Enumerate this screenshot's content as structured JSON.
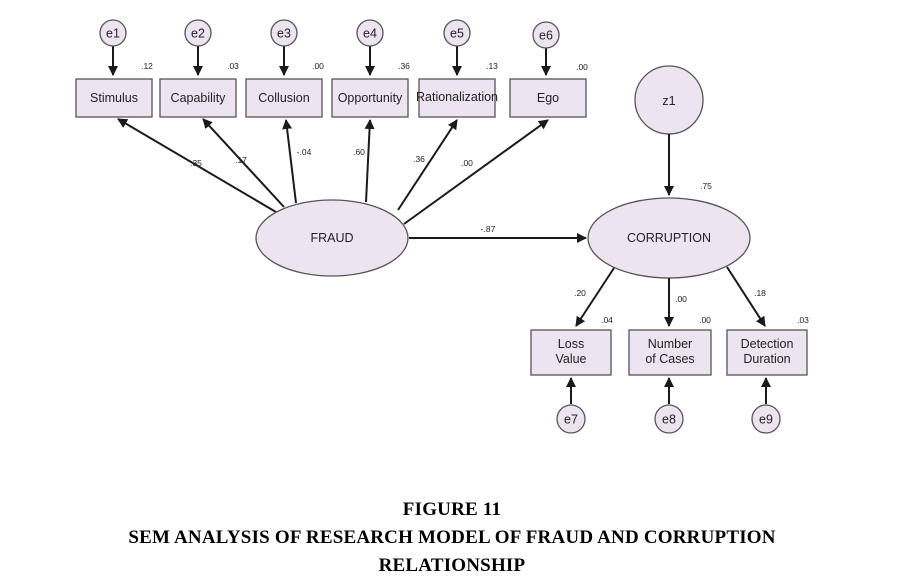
{
  "observed_top": [
    {
      "id": "stimulus",
      "label": "Stimulus",
      "error": "e1",
      "r2": ".12",
      "path": ".35"
    },
    {
      "id": "capability",
      "label": "Capability",
      "error": "e2",
      "r2": ".03",
      "path": ".17"
    },
    {
      "id": "collusion",
      "label": "Collusion",
      "error": "e3",
      "r2": ".00",
      "path": "-.04"
    },
    {
      "id": "opportunity",
      "label": "Opportunity",
      "error": "e4",
      "r2": ".36",
      "path": ".60"
    },
    {
      "id": "rationalization",
      "label": "Rationalization",
      "error": "e5",
      "r2": ".13",
      "path": ".36"
    },
    {
      "id": "ego",
      "label": "Ego",
      "error": "e6",
      "r2": ".00",
      "path": ".00"
    }
  ],
  "latent": {
    "fraud": "FRAUD",
    "corruption": "CORRUPTION",
    "disturbance": "z1",
    "corruption_r2": ".75",
    "fraud_to_corruption": "-.87"
  },
  "observed_bottom": [
    {
      "id": "loss-value",
      "lines": [
        "Loss",
        "Value"
      ],
      "error": "e7",
      "r2": ".04",
      "path": ".20"
    },
    {
      "id": "number-of-cases",
      "lines": [
        "Number",
        "of Cases"
      ],
      "error": "e8",
      "r2": ".00",
      "path": ".00"
    },
    {
      "id": "detection-duration",
      "lines": [
        "Detection",
        "Duration"
      ],
      "error": "e9",
      "r2": ".03",
      "path": ".18"
    }
  ],
  "caption": {
    "number": "FIGURE 11",
    "title_line1": "SEM ANALYSIS OF RESEARCH MODEL OF FRAUD AND CORRUPTION",
    "title_line2": "RELATIONSHIP"
  }
}
